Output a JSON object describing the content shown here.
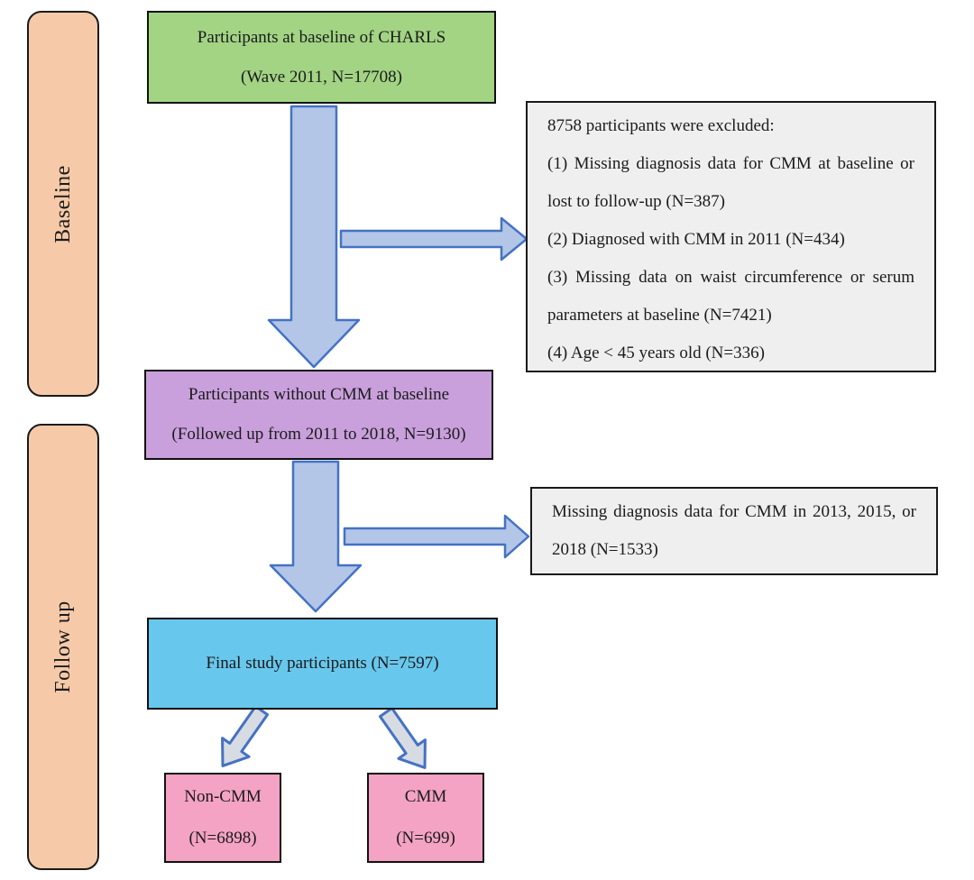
{
  "colors": {
    "background": "#ffffff",
    "stage_fill": "#f6caa8",
    "stage_border": "#1a1a1a",
    "green_fill": "#a2d484",
    "purple_fill": "#c9a0dc",
    "blue_fill": "#68c7ec",
    "pink_fill": "#f4a3c4",
    "gray_fill": "#efefef",
    "box_border": "#111111",
    "arrow_fill": "#b3c6e7",
    "arrow_stroke": "#4472c4",
    "diag_arrow_fill": "#d7dce3"
  },
  "stages": {
    "baseline_label": "Baseline",
    "followup_label": "Follow up"
  },
  "flow": {
    "baseline_box": {
      "line1": "Participants at baseline of CHARLS",
      "line2": "(Wave 2011, N=17708)"
    },
    "exclusion_box_1": {
      "lines": [
        "8758 participants were excluded:",
        "(1) Missing diagnosis data for CMM at baseline or",
        "lost to follow-up (N=387)",
        "(2) Diagnosed with CMM in 2011 (N=434)",
        "(3) Missing data on waist circumference or serum",
        "parameters at baseline (N=7421)",
        "(4) Age < 45 years old (N=336)"
      ]
    },
    "no_cmm_box": {
      "line1": "Participants without CMM at baseline",
      "line2": "(Followed up from 2011 to 2018, N=9130)"
    },
    "exclusion_box_2": {
      "lines": [
        "Missing diagnosis data for CMM in 2013, 2015, or",
        "2018 (N=1533)"
      ]
    },
    "final_box": {
      "line1": "Final study participants (N=7597)"
    },
    "non_cmm_box": {
      "line1": "Non-CMM",
      "line2": "(N=6898)"
    },
    "cmm_box": {
      "line1": "CMM",
      "line2": "(N=699)"
    }
  }
}
